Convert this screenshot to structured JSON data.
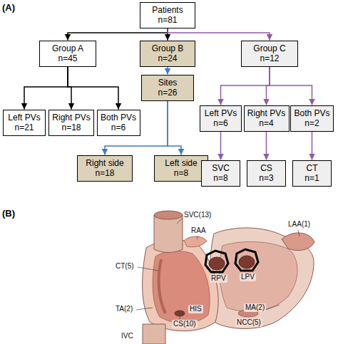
{
  "diagram": {
    "nodes": [
      {
        "text": [
          "Patients",
          "n=81"
        ]
      },
      {
        "text": [
          "Group A",
          "n=45"
        ]
      },
      {
        "text": [
          "Group B",
          "n=24"
        ]
      },
      {
        "text": [
          "Group C",
          "n=12"
        ]
      },
      {
        "text": [
          "Left PVs",
          "n=21"
        ]
      },
      {
        "text": [
          "Right PVs",
          "n=18"
        ]
      },
      {
        "text": [
          "Both PVs",
          "n=6"
        ]
      },
      {
        "text": [
          "Sites",
          "n=26"
        ]
      },
      {
        "text": [
          "Left PVs",
          "n=6"
        ]
      },
      {
        "text": [
          "Right PVs",
          "n=4"
        ]
      },
      {
        "text": [
          "Both PVs",
          "n=2"
        ]
      },
      {
        "text": [
          "Right side",
          "n=18"
        ]
      },
      {
        "text": [
          "Left side",
          "n=8"
        ]
      },
      {
        "text": [
          "SVC",
          "n=8"
        ]
      },
      {
        "text": [
          "CS",
          "n=3"
        ]
      },
      {
        "text": [
          "CT",
          "n=1"
        ]
      }
    ],
    "edges": [
      {
        "from": 0,
        "to": 1,
        "arrow": "to"
      },
      {
        "from": 0,
        "to": 2,
        "arrow": "to"
      },
      {
        "from": 0,
        "to": 3,
        "arrow": "to"
      },
      {
        "from": 1,
        "to": 4,
        "arrow": "to"
      },
      {
        "from": 1,
        "to": 5,
        "arrow": "to"
      },
      {
        "from": 1,
        "to": 6,
        "arrow": "to"
      },
      {
        "from": 2,
        "to": 7,
        "arrow": "to"
      },
      {
        "from": 3,
        "to": 8,
        "arrow": "to"
      },
      {
        "from": 3,
        "to": 9,
        "arrow": "to"
      },
      {
        "from": 3,
        "to": 10,
        "arrow": "to"
      },
      {
        "from": 7,
        "to": 11,
        "arrow": "to"
      },
      {
        "from": 7,
        "to": 12,
        "arrow": "to"
      },
      {
        "from": 8,
        "to": 13,
        "arrow": "to"
      },
      {
        "from": 9,
        "to": 14,
        "arrow": "to"
      },
      {
        "from": 10,
        "to": 15,
        "arrow": "to"
      }
    ],
    "labels": [
      "(A)",
      "(B)",
      "SVC(13)",
      "RAA",
      "LAA(1)",
      "CT(5)",
      "RPV",
      "LPV",
      "TA(2)",
      "HIS",
      "NCC(5)",
      "MA(2)",
      "CS(10)",
      "IVC"
    ]
  }
}
